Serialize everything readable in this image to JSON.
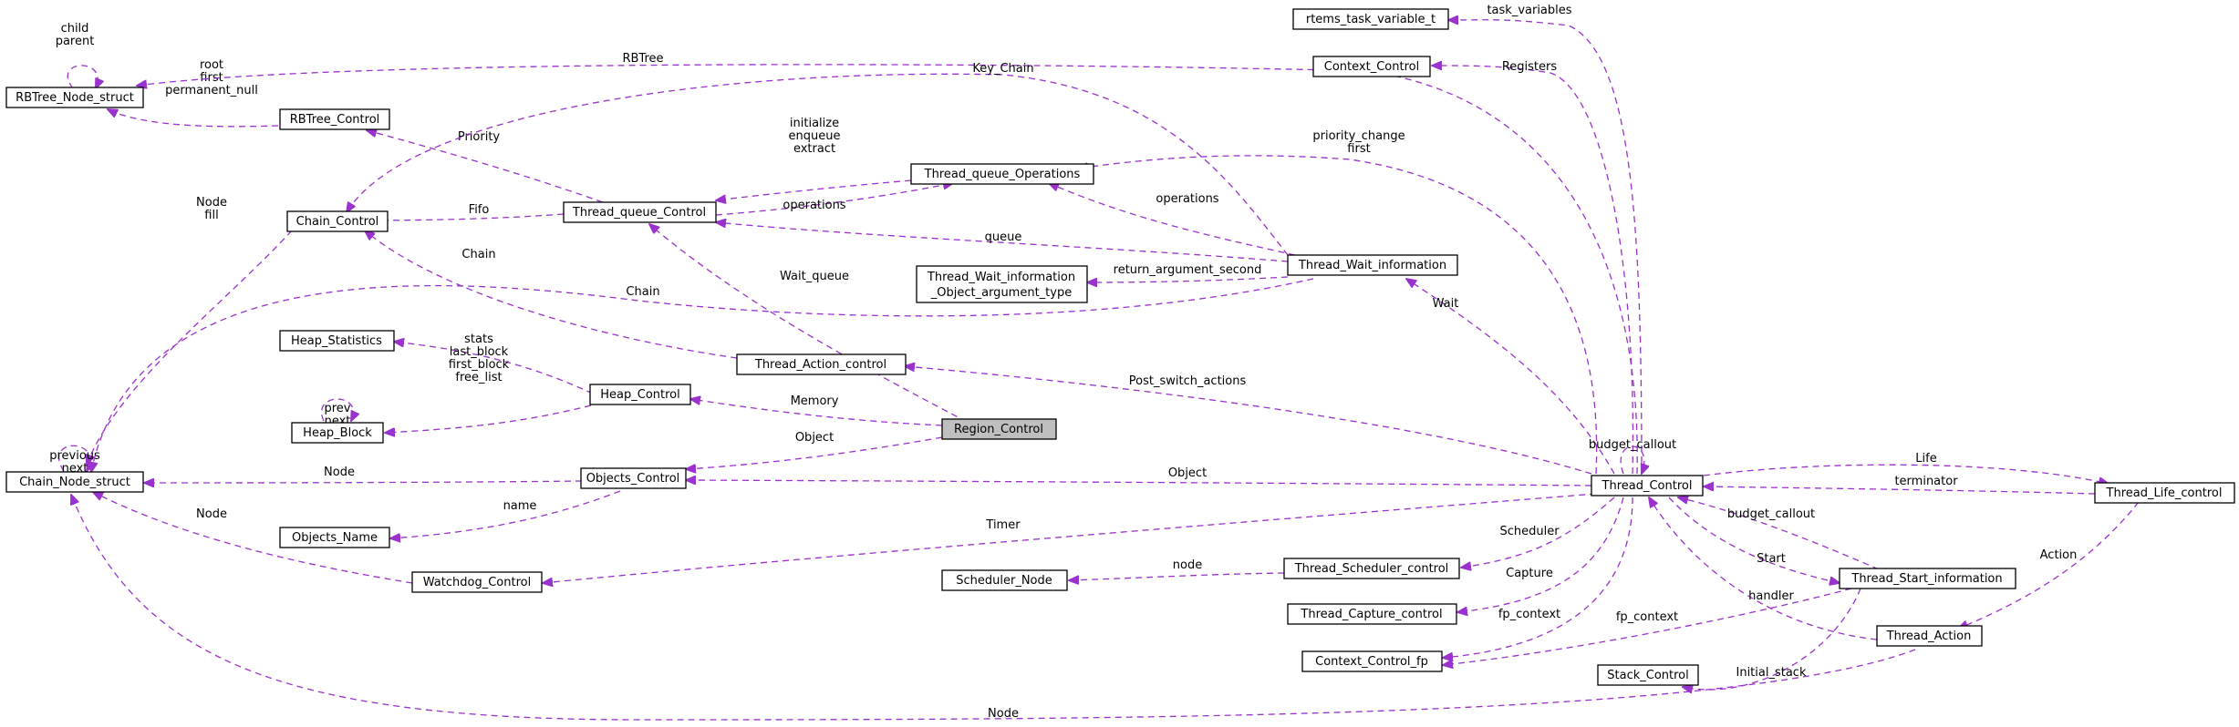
{
  "edge_color": "#9a32cd",
  "highlight_fill": "#bfbfbf",
  "nodes": {
    "rbtree_node_struct": {
      "label": "RBTree_Node_struct",
      "icon": "class-box"
    },
    "rbtree_control": {
      "label": "RBTree_Control",
      "icon": "class-box"
    },
    "chain_control": {
      "label": "Chain_Control",
      "icon": "class-box"
    },
    "chain_node_struct": {
      "label": "Chain_Node_struct",
      "icon": "class-box"
    },
    "heap_statistics": {
      "label": "Heap_Statistics",
      "icon": "class-box"
    },
    "heap_block": {
      "label": "Heap_Block",
      "icon": "class-box"
    },
    "heap_control": {
      "label": "Heap_Control",
      "icon": "class-box"
    },
    "objects_control": {
      "label": "Objects_Control",
      "icon": "class-box"
    },
    "objects_name": {
      "label": "Objects_Name",
      "icon": "class-box"
    },
    "watchdog_control": {
      "label": "Watchdog_Control",
      "icon": "class-box"
    },
    "thread_queue_control": {
      "label": "Thread_queue_Control",
      "icon": "class-box"
    },
    "thread_action_control": {
      "label": "Thread_Action_control",
      "icon": "class-box"
    },
    "region_control": {
      "label": "Region_Control",
      "icon": "class-box"
    },
    "thread_queue_operations": {
      "label": "Thread_queue_Operations",
      "icon": "class-box"
    },
    "thread_wait_info_obj_arg": {
      "label": "Thread_Wait_information",
      "label2": "_Object_argument_type",
      "icon": "class-box"
    },
    "thread_wait_information": {
      "label": "Thread_Wait_information",
      "icon": "class-box"
    },
    "scheduler_node": {
      "label": "Scheduler_Node",
      "icon": "class-box"
    },
    "thread_scheduler_control": {
      "label": "Thread_Scheduler_control",
      "icon": "class-box"
    },
    "thread_capture_control": {
      "label": "Thread_Capture_control",
      "icon": "class-box"
    },
    "context_control_fp": {
      "label": "Context_Control_fp",
      "icon": "class-box"
    },
    "rtems_task_variable_t": {
      "label": "rtems_task_variable_t",
      "icon": "class-box"
    },
    "context_control": {
      "label": "Context_Control",
      "icon": "class-box"
    },
    "thread_control": {
      "label": "Thread_Control",
      "icon": "class-box"
    },
    "thread_start_information": {
      "label": "Thread_Start_information",
      "icon": "class-box"
    },
    "thread_action": {
      "label": "Thread_Action",
      "icon": "class-box"
    },
    "stack_control": {
      "label": "Stack_Control",
      "icon": "class-box"
    },
    "thread_life_control": {
      "label": "Thread_Life_control",
      "icon": "class-box"
    }
  },
  "edges": {
    "rbtree_self": {
      "label": [
        "child",
        "parent"
      ]
    },
    "rbtree_control_root": {
      "label": [
        "root",
        "first",
        "permanent_null"
      ]
    },
    "chain_control_node": {
      "label": [
        "Node",
        "fill"
      ]
    },
    "chain_node_self": {
      "label": [
        "previous",
        "next"
      ]
    },
    "heap_block_self": {
      "label": [
        "prev",
        "next"
      ]
    },
    "heap_stats": {
      "label": [
        "stats"
      ]
    },
    "heap_blocks": {
      "label": [
        "last_block",
        "first_block",
        "free_list"
      ]
    },
    "objects_node": {
      "label": [
        "Node"
      ]
    },
    "objects_name": {
      "label": [
        "name"
      ]
    },
    "watchdog_node": {
      "label": [
        "Node"
      ]
    },
    "tq_priority": {
      "label": [
        "Priority"
      ]
    },
    "tq_fifo": {
      "label": [
        "Fifo"
      ]
    },
    "tac_chain": {
      "label": [
        "Chain"
      ]
    },
    "region_wait_queue": {
      "label": [
        "Wait_queue"
      ]
    },
    "region_memory": {
      "label": [
        "Memory"
      ]
    },
    "region_object": {
      "label": [
        "Object"
      ]
    },
    "tq_operations": {
      "label": [
        "initialize",
        "enqueue",
        "extract"
      ]
    },
    "tq_operations2": {
      "label": [
        "operations"
      ]
    },
    "twi_operations": {
      "label": [
        "operations"
      ]
    },
    "twi_queue": {
      "label": [
        "queue"
      ]
    },
    "twi_return_arg": {
      "label": [
        "return_argument_second"
      ]
    },
    "twi_chain": {
      "label": [
        "Chain"
      ]
    },
    "tc_rbtree": {
      "label": [
        "RBTree"
      ]
    },
    "tc_key_chain": {
      "label": [
        "Key_Chain"
      ]
    },
    "tc_priority_change": {
      "label": [
        "priority_change",
        "first"
      ]
    },
    "tc_task_variables": {
      "label": [
        "task_variables"
      ]
    },
    "tc_registers": {
      "label": [
        "Registers"
      ]
    },
    "tc_wait": {
      "label": [
        "Wait"
      ]
    },
    "tc_post_switch": {
      "label": [
        "Post_switch_actions"
      ]
    },
    "tc_self": {
      "label": [
        "budget_callout"
      ]
    },
    "tc_object": {
      "label": [
        "Object"
      ]
    },
    "tc_timer": {
      "label": [
        "Timer"
      ]
    },
    "tc_scheduler": {
      "label": [
        "Scheduler"
      ]
    },
    "tsc_node": {
      "label": [
        "node"
      ]
    },
    "tc_capture": {
      "label": [
        "Capture"
      ]
    },
    "tc_fp_context": {
      "label": [
        "fp_context"
      ]
    },
    "tsi_fp_context": {
      "label": [
        "fp_context"
      ]
    },
    "tc_life": {
      "label": [
        "Life"
      ]
    },
    "tlc_terminator": {
      "label": [
        "terminator"
      ]
    },
    "tsi_budget": {
      "label": [
        "budget_callout"
      ]
    },
    "tsi_start": {
      "label": [
        "Start"
      ]
    },
    "tlc_action": {
      "label": [
        "Action"
      ]
    },
    "ta_handler": {
      "label": [
        "handler"
      ]
    },
    "tsi_initial_stack": {
      "label": [
        "Initial_stack"
      ]
    },
    "ta_node": {
      "label": [
        "Node"
      ]
    }
  }
}
